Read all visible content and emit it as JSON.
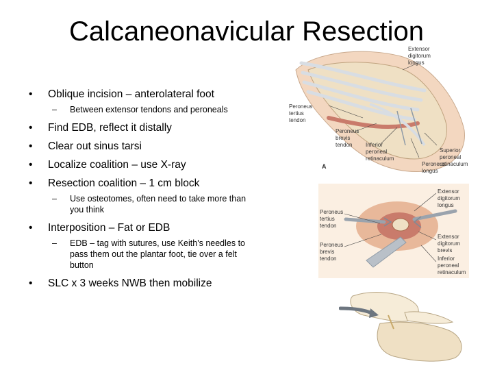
{
  "slide": {
    "title": "Calcaneonavicular Resection",
    "bullets": [
      {
        "level": 1,
        "text": "Oblique incision – anterolateral foot"
      },
      {
        "level": 2,
        "text": "Between extensor tendons and peroneals"
      },
      {
        "level": 1,
        "text": "Find EDB, reflect it distally"
      },
      {
        "level": 1,
        "text": "Clear out sinus tarsi"
      },
      {
        "level": 1,
        "text": "Localize coalition – use X-ray"
      },
      {
        "level": 1,
        "text": "Resection coalition – 1 cm block"
      },
      {
        "level": 2,
        "text": "Use osteotomes, often need to take more than you think"
      },
      {
        "level": 1,
        "text": "Interposition – Fat or EDB"
      },
      {
        "level": 2,
        "text": "EDB – tag with sutures, use Keith's needles to pass them out the plantar foot, tie over a felt button"
      },
      {
        "level": 1,
        "text": "SLC x 3 weeks NWB then mobilize"
      }
    ]
  },
  "figures": {
    "top": {
      "panel_letter": "A",
      "labels": {
        "edl_1": "Extensor",
        "edl_2": "digitorum",
        "edl_3": "longus",
        "pt_1": "Peroneus",
        "pt_2": "tertius",
        "pt_3": "tendon",
        "pb_1": "Peroneus",
        "pb_2": "brevis",
        "pb_3": "tendon",
        "ipr_1": "Inferior",
        "ipr_2": "peroneal",
        "ipr_3": "retinaculum",
        "pl_1": "Peroneus",
        "pl_2": "longus",
        "spr_1": "Superior",
        "spr_2": "peroneal",
        "spr_3": "retinaculum"
      }
    },
    "middle": {
      "labels": {
        "edl_1": "Extensor",
        "edl_2": "digitorum",
        "edl_3": "longus",
        "pt_1": "Peroneus",
        "pt_2": "tertius",
        "pt_3": "tendon",
        "edb_1": "Extensor",
        "edb_2": "digitorum",
        "edb_3": "brevis",
        "pb_1": "Peroneus",
        "pb_2": "brevis",
        "pb_3": "tendon",
        "ipr_1": "Inferior",
        "ipr_2": "peroneal",
        "ipr_3": "retinaculum"
      }
    },
    "colors": {
      "bone": "#efe0c4",
      "tendon": "#d8dde3",
      "muscle": "#c97b6b",
      "skin": "#f3d7c0"
    }
  }
}
